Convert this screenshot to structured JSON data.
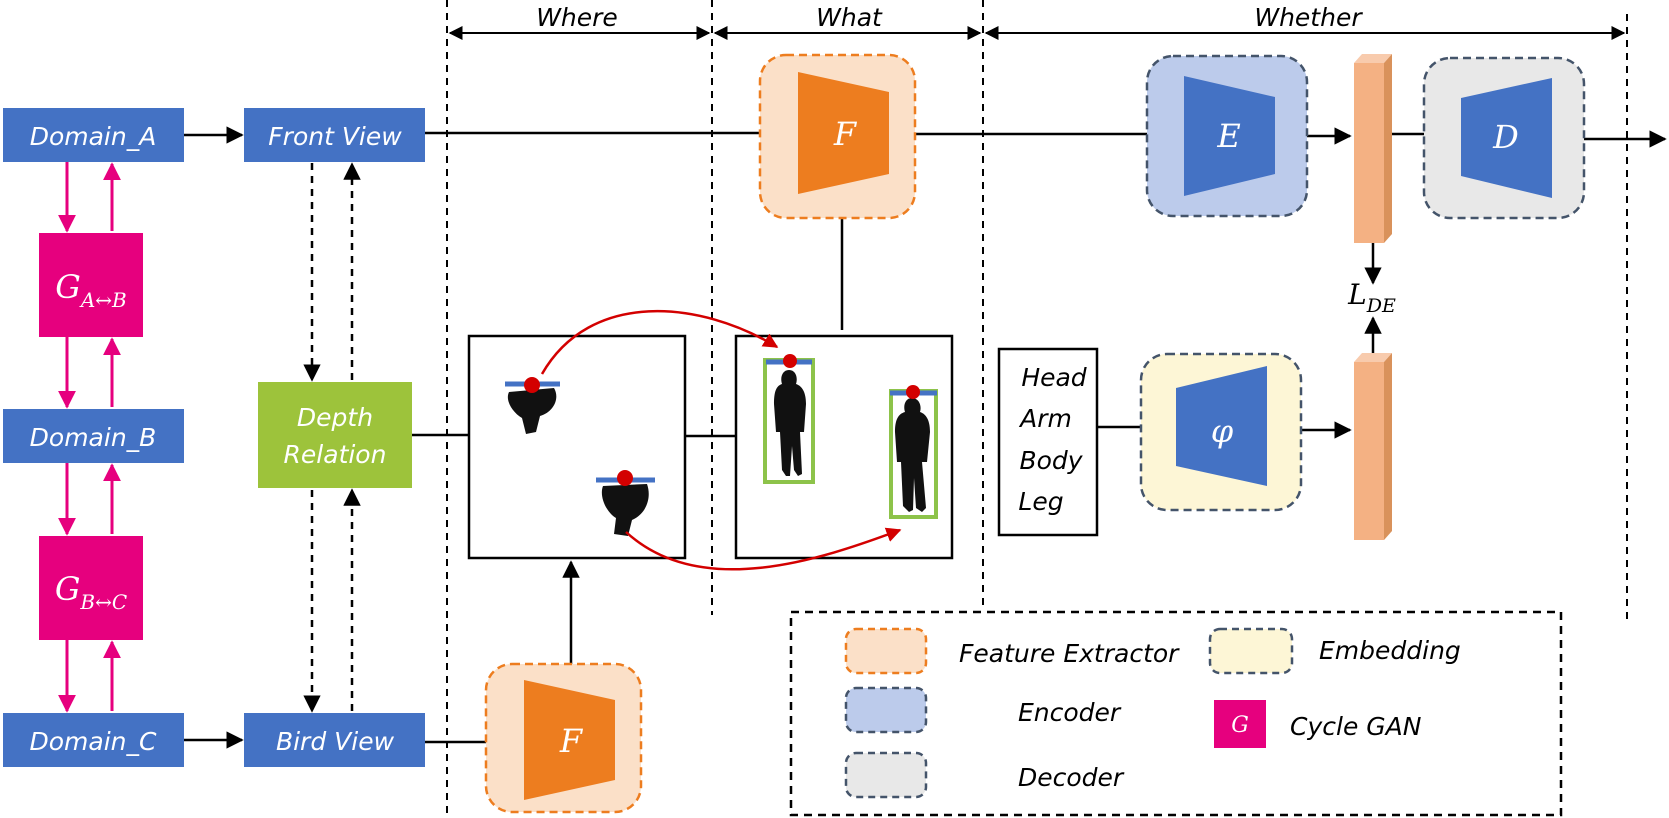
{
  "sections": {
    "where": "Where",
    "what": "What",
    "whether": "Whether"
  },
  "domains": {
    "a": "Domain_A",
    "b": "Domain_B",
    "c": "Domain_C"
  },
  "views": {
    "front": "Front View",
    "bird": "Bird View"
  },
  "depth_relation": {
    "line1": "Depth",
    "line2": "Relation"
  },
  "generators": {
    "ab": {
      "base": "G",
      "sub": "A↔B"
    },
    "bc": {
      "base": "G",
      "sub": "B↔C"
    }
  },
  "modules": {
    "f_top": "F",
    "f_bottom": "F",
    "encoder": "E",
    "decoder": "D",
    "embedding": "φ"
  },
  "attributes": [
    "Head",
    "Arm",
    "Body",
    "Leg"
  ],
  "loss": {
    "base": "L",
    "sub": "DE"
  },
  "legend": {
    "feature_extractor": "Feature Extractor",
    "embedding": "Embedding",
    "encoder": "Encoder",
    "cycle_gan_icon": "G",
    "cycle_gan": "Cycle GAN",
    "decoder": "Decoder"
  },
  "colors": {
    "blue": "#4472c4",
    "magenta": "#e6007e",
    "green": "#9dc33b",
    "orange": "#ed7d1f",
    "orange_light": "#fbe0c8",
    "blue_light": "#bccbeb",
    "grey_light": "#e8e8e8",
    "yellow_light": "#fdf6d6",
    "feature_bar": "#f4b183",
    "red_arrow": "#d30000",
    "person_box": "#8dc34a"
  }
}
